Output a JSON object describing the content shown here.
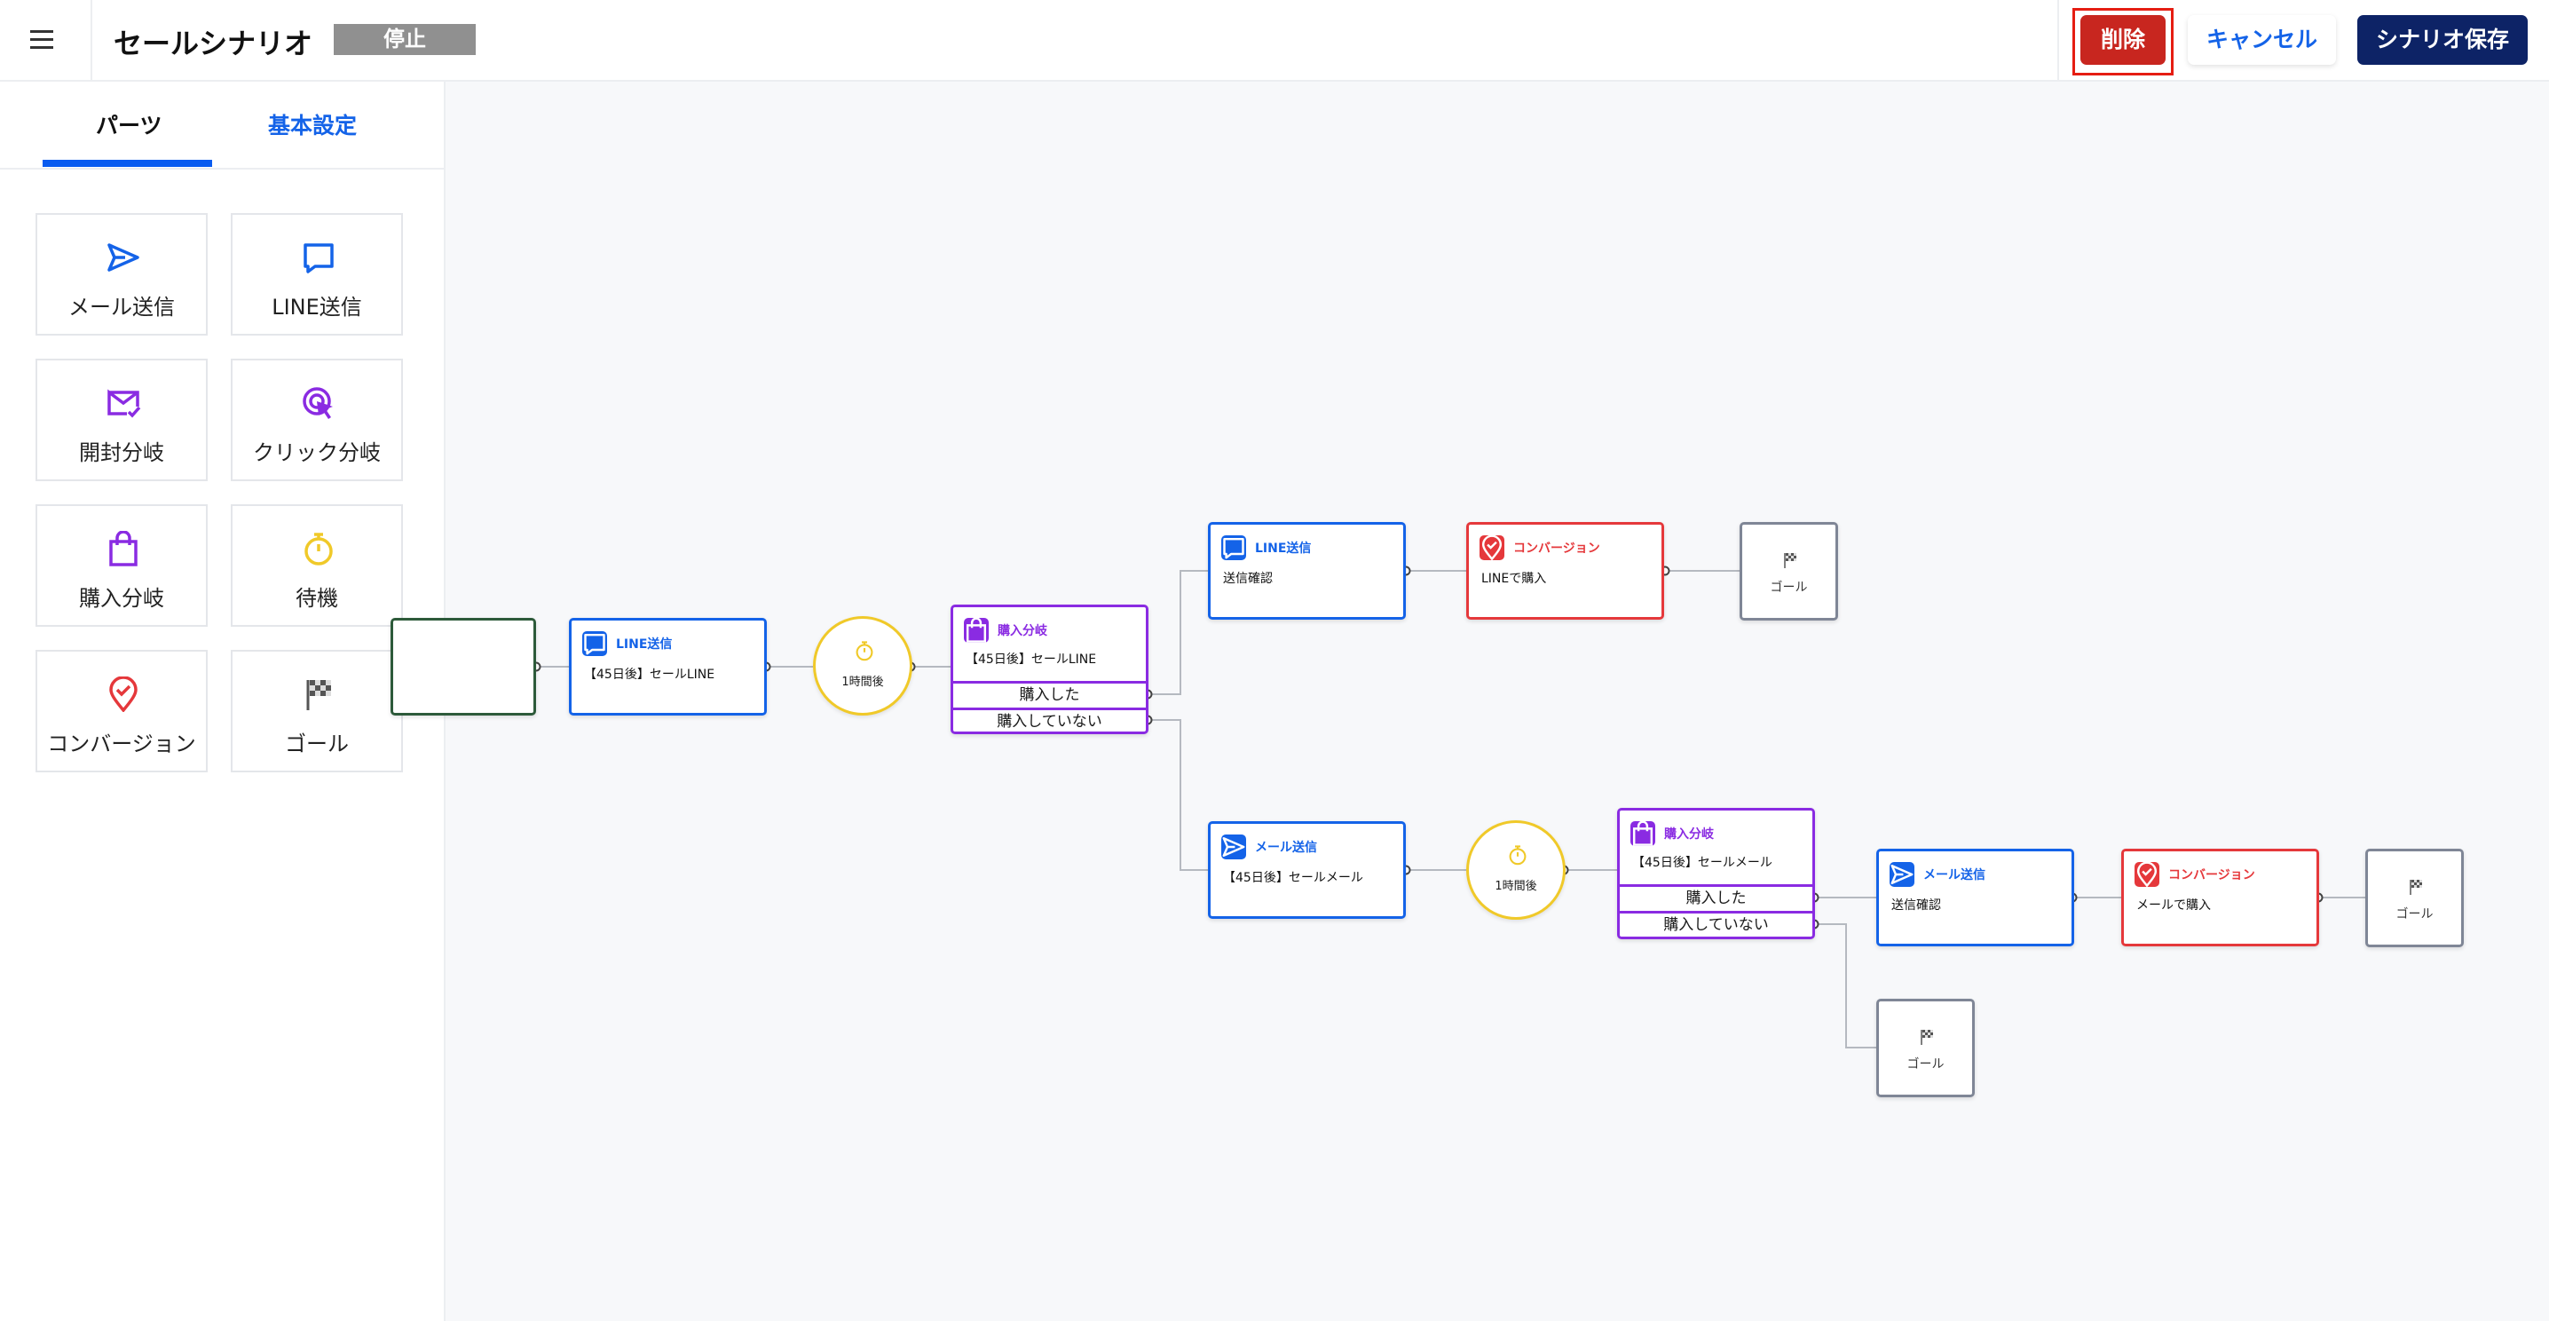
{
  "header": {
    "title": "セールシナリオ",
    "status_badge": "停止",
    "delete_label": "削除",
    "cancel_label": "キャンセル",
    "save_label": "シナリオ保存"
  },
  "sidebar": {
    "tabs": [
      {
        "label": "パーツ",
        "active": true
      },
      {
        "label": "基本設定",
        "active": false
      }
    ],
    "parts": [
      {
        "label": "メール送信",
        "icon": "send-icon",
        "color": "#1463e8"
      },
      {
        "label": "LINE送信",
        "icon": "chat-icon",
        "color": "#1463e8"
      },
      {
        "label": "開封分岐",
        "icon": "mail-check-icon",
        "color": "#8a2be2"
      },
      {
        "label": "クリック分岐",
        "icon": "click-icon",
        "color": "#8a2be2"
      },
      {
        "label": "購入分岐",
        "icon": "shopping-bag-icon",
        "color": "#8a2be2"
      },
      {
        "label": "待機",
        "icon": "stopwatch-icon",
        "color": "#f0c929"
      },
      {
        "label": "コンバージョン",
        "icon": "location-check-icon",
        "color": "#e5383b"
      },
      {
        "label": "ゴール",
        "icon": "checkered-flag-icon",
        "color": "#555"
      }
    ]
  },
  "canvas": {
    "colors": {
      "line": "#1463e8",
      "branch": "#8a2be2",
      "conversion": "#e5383b",
      "wait": "#f0c929",
      "goal": "#7f8696",
      "start": "#2d5a3a"
    },
    "nodes": [
      {
        "type": "line",
        "title": "LINE送信",
        "body": "【45日後】セールLINE"
      },
      {
        "type": "wait",
        "label": "1時間後"
      },
      {
        "type": "branch",
        "title": "購入分岐",
        "body": "【45日後】セールLINE",
        "options": [
          "購入した",
          "購入していない"
        ]
      },
      {
        "type": "line",
        "title": "LINE送信",
        "body": "送信確認"
      },
      {
        "type": "conversion",
        "title": "コンバージョン",
        "body": "LINEで購入"
      },
      {
        "type": "goal",
        "label": "ゴール"
      },
      {
        "type": "mail",
        "title": "メール送信",
        "body": "【45日後】セールメール"
      },
      {
        "type": "wait",
        "label": "1時間後"
      },
      {
        "type": "branch",
        "title": "購入分岐",
        "body": "【45日後】セールメール",
        "options": [
          "購入した",
          "購入していない"
        ]
      },
      {
        "type": "mail",
        "title": "メール送信",
        "body": "送信確認"
      },
      {
        "type": "conversion",
        "title": "コンバージョン",
        "body": "メールで購入"
      },
      {
        "type": "goal",
        "label": "ゴール"
      },
      {
        "type": "goal",
        "label": "ゴール"
      }
    ]
  }
}
